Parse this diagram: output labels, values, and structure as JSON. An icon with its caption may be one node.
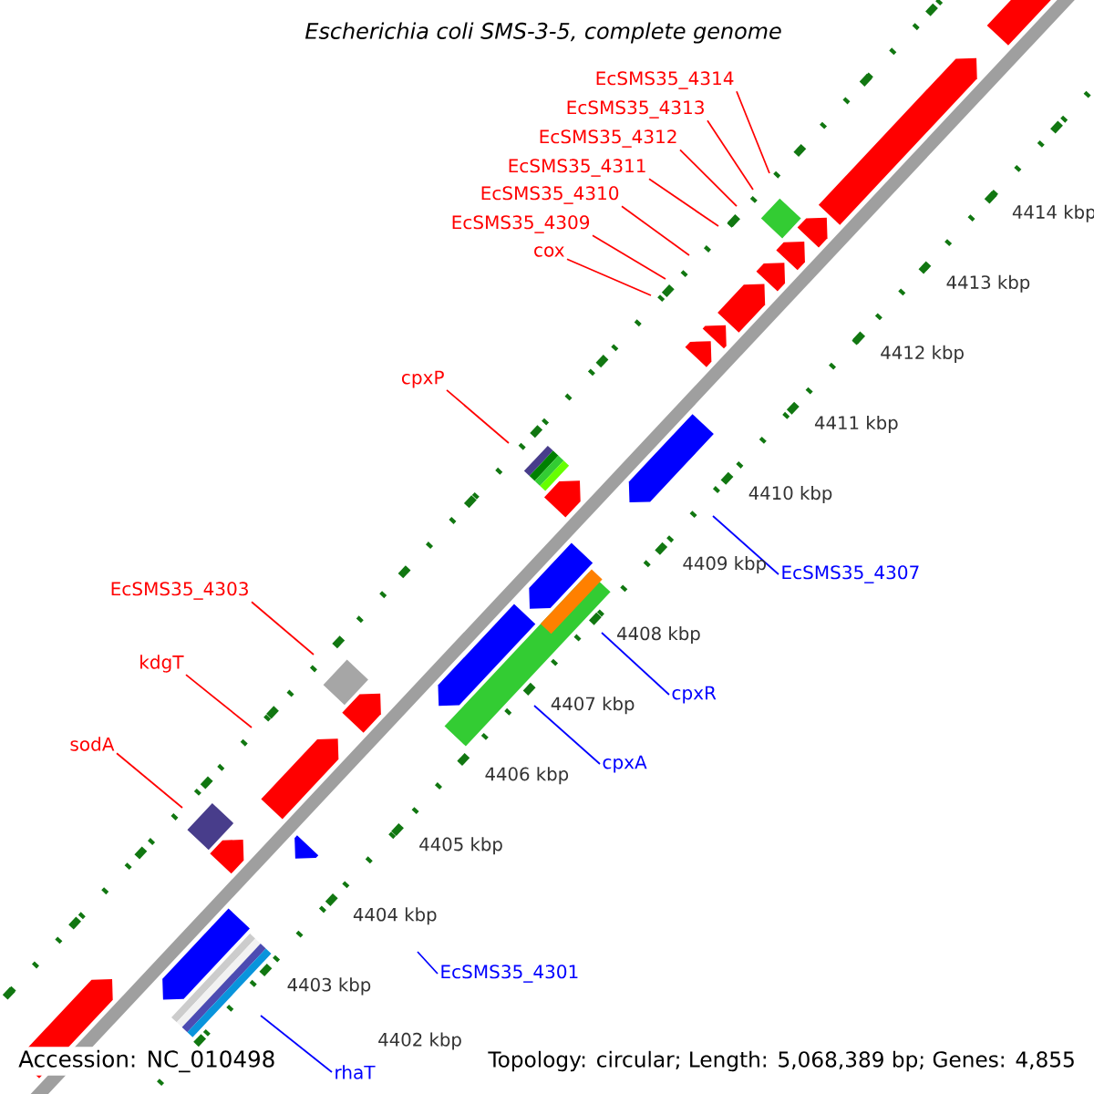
{
  "diagram": {
    "title": "Escherichia coli SMS-3-5, complete genome",
    "nodes": [
      {
        "text": [
          "EcSMS35_4314"
        ]
      },
      {
        "text": [
          "EcSMS35_4313"
        ]
      },
      {
        "text": [
          "EcSMS35_4312"
        ]
      },
      {
        "text": [
          "EcSMS35_4311"
        ]
      },
      {
        "text": [
          "EcSMS35_4310"
        ]
      },
      {
        "text": [
          "EcSMS35_4309"
        ]
      },
      {
        "text": [
          "cox"
        ]
      },
      {
        "text": [
          "cpxP"
        ]
      },
      {
        "text": [
          "EcSMS35_4307"
        ]
      },
      {
        "text": [
          "EcSMS35_4303"
        ]
      },
      {
        "text": [
          "cpxR"
        ]
      },
      {
        "text": [
          "kdgT"
        ]
      },
      {
        "text": [
          "cpxA"
        ]
      },
      {
        "text": [
          "sodA"
        ]
      },
      {
        "text": [
          "EcSMS35_4301"
        ]
      },
      {
        "text": [
          "rhaT"
        ]
      }
    ],
    "edges": [
      {
        "from": 0,
        "to": null,
        "arrow": "none"
      },
      {
        "from": 1,
        "to": null,
        "arrow": "none"
      },
      {
        "from": 2,
        "to": null,
        "arrow": "none"
      },
      {
        "from": 3,
        "to": null,
        "arrow": "none"
      },
      {
        "from": 4,
        "to": null,
        "arrow": "none"
      },
      {
        "from": 5,
        "to": null,
        "arrow": "none"
      },
      {
        "from": 6,
        "to": null,
        "arrow": "none"
      },
      {
        "from": 7,
        "to": null,
        "arrow": "none"
      },
      {
        "from": 8,
        "to": null,
        "arrow": "none",
        "color": "#0000ff"
      },
      {
        "from": 9,
        "to": null,
        "arrow": "none"
      },
      {
        "from": 10,
        "to": null,
        "arrow": "none",
        "color": "#0000ff"
      },
      {
        "from": 11,
        "to": null,
        "arrow": "none"
      },
      {
        "from": 12,
        "to": null,
        "arrow": "none",
        "color": "#0000ff"
      },
      {
        "from": 13,
        "to": null,
        "arrow": "none"
      },
      {
        "from": 14,
        "to": null,
        "arrow": "none",
        "color": "#0000ff"
      },
      {
        "from": 15,
        "to": null,
        "arrow": "none",
        "color": "#0000ff"
      }
    ],
    "labels": [
      "4414 kbp",
      "4413 kbp",
      "4412 kbp",
      "4411 kbp",
      "4410 kbp",
      "4409 kbp",
      "4408 kbp",
      "4407 kbp",
      "4406 kbp",
      "4405 kbp",
      "4404 kbp",
      "4403 kbp",
      "4402 kbp",
      "Accession: NC_010498",
      "Topology: circular; Length: 5,068,389 bp; Genes: 4,855"
    ]
  }
}
